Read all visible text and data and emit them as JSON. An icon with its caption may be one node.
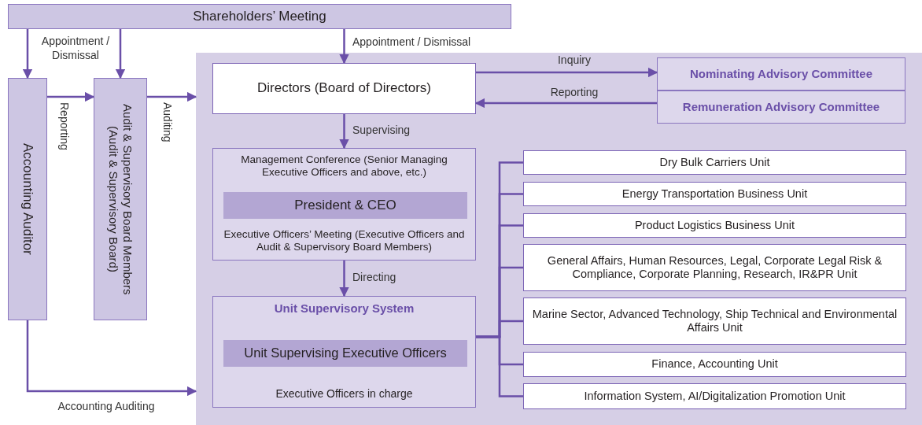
{
  "diagram": {
    "nodes": [
      {
        "text": [
          "Shareholders’ Meeting"
        ]
      },
      {
        "text": [
          "Accounting Auditor"
        ]
      },
      {
        "text": [
          "Audit & Supervisory Board Members (Audit & Supervisory Board)"
        ]
      },
      {
        "text": [],
        "shape": "box"
      },
      {
        "text": [
          "Directors (Board of Directors)"
        ],
        "in": 3
      },
      {
        "text": [
          "Nominating Advisory Committee"
        ],
        "in": 3
      },
      {
        "text": [
          "Remuneration Advisory Committee"
        ],
        "in": 3
      },
      {
        "text": [
          "Management Conference (Senior Managing Executive Officers and above, etc.)",
          "Executive Officers’ Meeting (Executive Officers and Audit & Supervisory Board Members)"
        ],
        "in": 3
      },
      {
        "text": [
          "President & CEO"
        ],
        "in": 7
      },
      {
        "text": [
          "Unit Supervisory System",
          "Executive Officers in charge"
        ],
        "in": 3
      },
      {
        "text": [
          "Unit Supervising Executive Officers"
        ],
        "in": 9
      },
      {
        "text": [
          "Dry Bulk Carriers Unit"
        ],
        "in": 3
      },
      {
        "text": [
          "Energy Transportation Business Unit"
        ],
        "in": 3
      },
      {
        "text": [
          "Product Logistics Business Unit"
        ],
        "in": 3
      },
      {
        "text": [
          "General Affairs, Human Resources, Legal, Corporate Legal Risk & Compliance, Corporate Planning, Research, IR&PR Unit"
        ],
        "in": 3
      },
      {
        "text": [
          "Marine Sector, Advanced Technology, Ship Technical and Environmental Affairs Unit"
        ],
        "in": 3
      },
      {
        "text": [
          "Finance, Accounting Unit"
        ],
        "in": 3
      },
      {
        "text": [
          "Information System, AI/Digitalization Promotion Unit"
        ],
        "in": 3
      }
    ],
    "edges": [
      {
        "from": 0,
        "to": 1,
        "arrow": "to",
        "label": "Appointment / Dismissal"
      },
      {
        "from": 0,
        "to": 2,
        "arrow": "to"
      },
      {
        "from": 0,
        "to": 4,
        "arrow": "to",
        "label": "Appointment / Dismissal"
      },
      {
        "from": 1,
        "to": 2,
        "arrow": "to",
        "label": "Reporting"
      },
      {
        "from": 2,
        "to": 3,
        "arrow": "to",
        "label": "Auditing"
      },
      {
        "from": 4,
        "to": 5,
        "arrow": "to",
        "label": "Inquiry"
      },
      {
        "from": 6,
        "to": 4,
        "arrow": "to",
        "label": "Reporting"
      },
      {
        "from": 4,
        "to": 7,
        "arrow": "to",
        "label": "Supervising"
      },
      {
        "from": 7,
        "to": 9,
        "arrow": "to",
        "label": "Directing"
      },
      {
        "from": 1,
        "to": 3,
        "arrow": "to",
        "label": "Accounting Auditing"
      },
      {
        "from": 9,
        "to": 11,
        "arrow": "none"
      },
      {
        "from": 9,
        "to": 12,
        "arrow": "none"
      },
      {
        "from": 9,
        "to": 13,
        "arrow": "none"
      },
      {
        "from": 9,
        "to": 14,
        "arrow": "none"
      },
      {
        "from": 9,
        "to": 15,
        "arrow": "none"
      },
      {
        "from": 9,
        "to": 16,
        "arrow": "none"
      },
      {
        "from": 9,
        "to": 17,
        "arrow": "none"
      }
    ]
  }
}
